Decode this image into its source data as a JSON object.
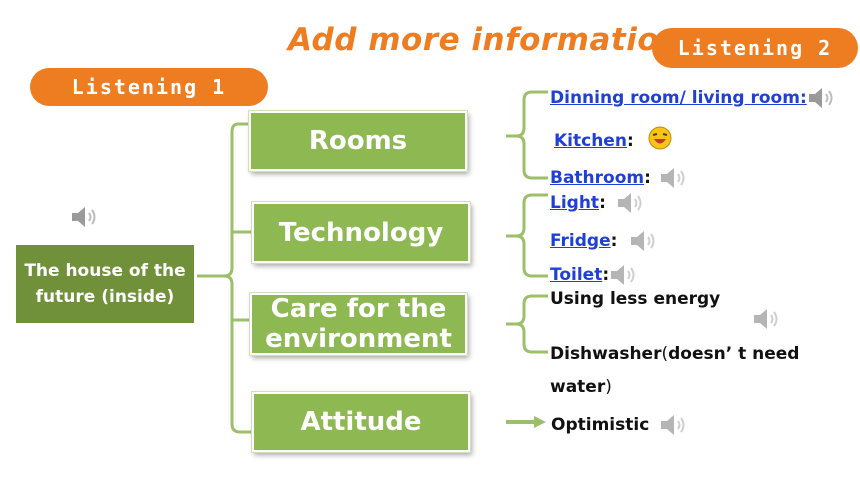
{
  "header": {
    "title": "Add  more  information",
    "listening1": "Listening 1",
    "listening2": "Listening 2"
  },
  "root": {
    "label": "The house of the future (inside)"
  },
  "categories": {
    "rooms": "Rooms",
    "technology": "Technology",
    "care": "Care for the environment",
    "attitude": "Attitude"
  },
  "rooms_items": {
    "dining": "Dinning room/ living room:",
    "kitchen": "Kitchen",
    "kitchen_sep": " :",
    "bathroom": "Bathroom",
    "bathroom_sep": ":"
  },
  "tech_items": {
    "light": "Light",
    "light_sep": ":",
    "fridge": "Fridge",
    "fridge_sep": ":",
    "toilet": "Toilet",
    "toilet_sep": ":"
  },
  "care_items": {
    "energy": "Using less energy",
    "dishwasher_a": "Dishwasher",
    "dishwasher_b": " (",
    "dishwasher_c": "doesn’ t need",
    "water_a": "water",
    "water_b": ")"
  },
  "attitude_items": {
    "optimistic": "Optimistic"
  },
  "colors": {
    "orange": "#ee7d22",
    "dark_green": "#70913a",
    "green": "#8eb952",
    "link_blue": "#1f3fd6"
  },
  "icons": [
    "speaker-icon",
    "laughing-emoji-icon",
    "arrow-right-icon"
  ]
}
